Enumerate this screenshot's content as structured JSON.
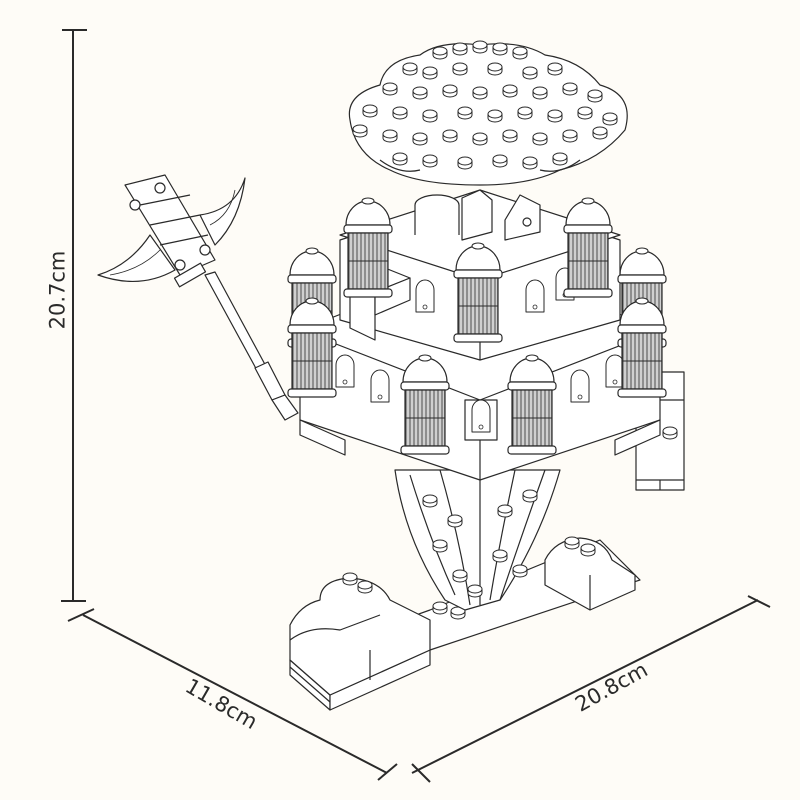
{
  "diagram": {
    "subject": "brick-built castle tree with wand",
    "style": "line-art isometric",
    "colors": {
      "background": "#fefcf7",
      "line": "#2a2a2a",
      "fill": "#ffffff",
      "shade": "#8a8a8a"
    }
  },
  "dimensions": {
    "height": {
      "label": "20.7cm",
      "orientation": "vertical-left"
    },
    "depth": {
      "label": "11.8cm",
      "orientation": "diagonal-bottom-left"
    },
    "width": {
      "label": "20.8cm",
      "orientation": "diagonal-bottom-right"
    }
  },
  "components": [
    {
      "name": "leaf canopy",
      "description": "stacked round plates with studs"
    },
    {
      "name": "castle ring",
      "description": "arched window walls with domed turrets and ribbed columns"
    },
    {
      "name": "trunk",
      "description": "curved slopes forming roots"
    },
    {
      "name": "base",
      "description": "two curved-brick mounds on a plate"
    },
    {
      "name": "wand",
      "description": "bat-winged staff head on a long rod"
    },
    {
      "name": "side block",
      "description": "2x2 brick stack on right"
    }
  ]
}
